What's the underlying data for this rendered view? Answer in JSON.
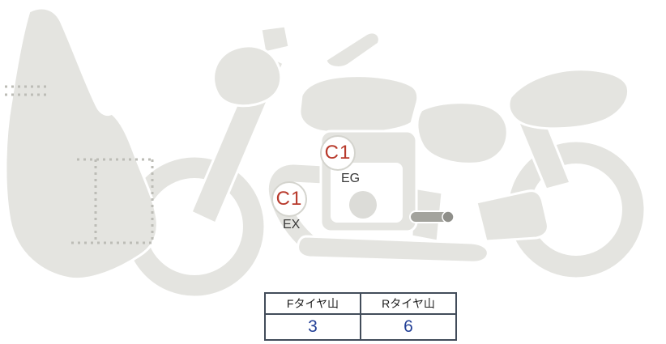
{
  "diagram": {
    "markers": [
      {
        "code": "C1",
        "label": "EG"
      },
      {
        "code": "C1",
        "label": "EX"
      }
    ]
  },
  "tire_table": {
    "columns": [
      {
        "header": "Fタイヤ山",
        "value": "3"
      },
      {
        "header": "Rタイヤ山",
        "value": "6"
      }
    ]
  },
  "colors": {
    "body": "#e4e4e0",
    "body_dark": "#a3a39d",
    "outline": "#ffffff",
    "dotted": "#bcbcb6",
    "marker_code": "#b83a2c",
    "marker_border": "#d4d4ce",
    "marker_label": "#3a3a3a",
    "table_border": "#424c5a",
    "table_header_text": "#1c1c1c",
    "tire_value": "#223f96",
    "background": "#ffffff"
  }
}
